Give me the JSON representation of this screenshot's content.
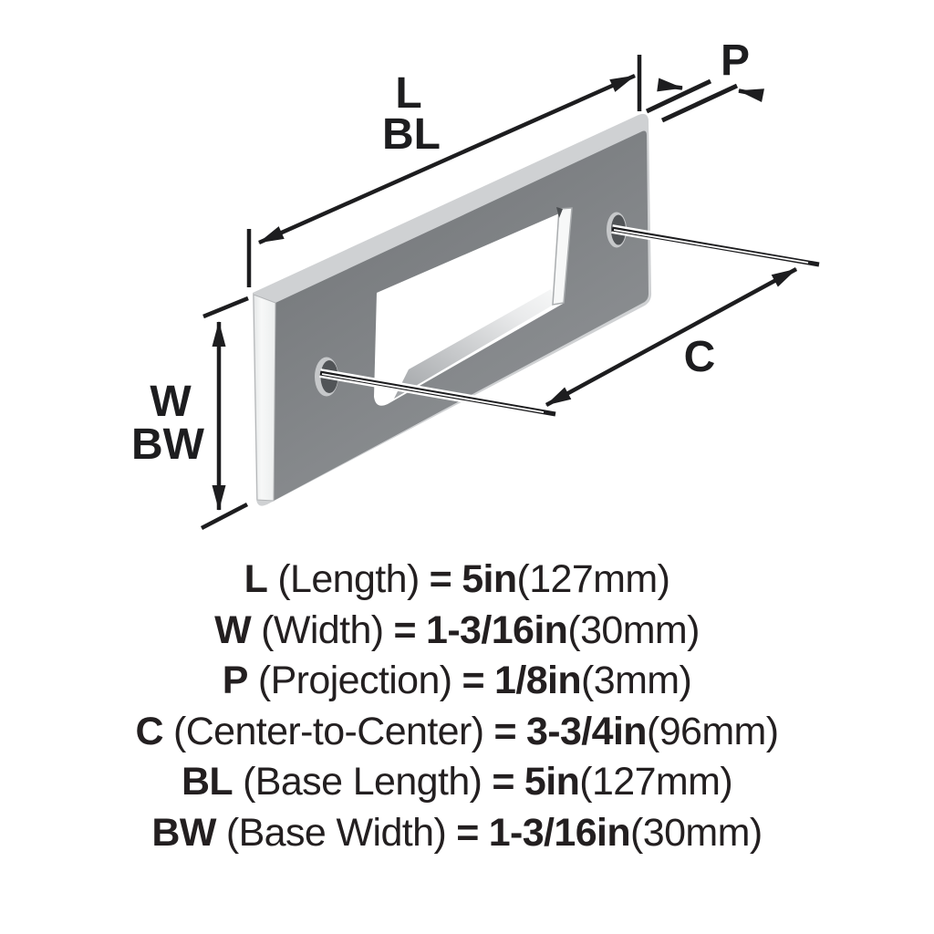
{
  "diagram": {
    "labels": {
      "length": "L",
      "base_length": "BL",
      "projection": "P",
      "width": "W",
      "base_width": "BW",
      "center_to_center": "C"
    },
    "colors": {
      "background": "#ffffff",
      "plate_face": "#7d8084",
      "plate_bevel": "#cfd1d3",
      "plate_side_edge": "#f2f3f4",
      "cutout_inner_shade": "#a6a9ab",
      "hole_dark": "#515457",
      "hole_rim": "#c6c8ca",
      "dimension_line": "#1d1d1f",
      "text": "#231f20"
    }
  },
  "specs": [
    {
      "symbol": "L",
      "name": "(Length)",
      "equals": "=",
      "value": "5in",
      "metric": "(127mm)"
    },
    {
      "symbol": "W",
      "name": "(Width)",
      "equals": "=",
      "value": "1-3/16in",
      "metric": "(30mm)"
    },
    {
      "symbol": "P",
      "name": "(Projection)",
      "equals": "=",
      "value": "1/8in",
      "metric": "(3mm)"
    },
    {
      "symbol": "C",
      "name": "(Center-to-Center)",
      "equals": "=",
      "value": "3-3/4in",
      "metric": "(96mm)"
    },
    {
      "symbol": "BL",
      "name": "(Base Length)",
      "equals": "=",
      "value": "5in",
      "metric": "(127mm)"
    },
    {
      "symbol": "BW",
      "name": "(Base Width)",
      "equals": "=",
      "value": "1-3/16in",
      "metric": "(30mm)"
    }
  ]
}
